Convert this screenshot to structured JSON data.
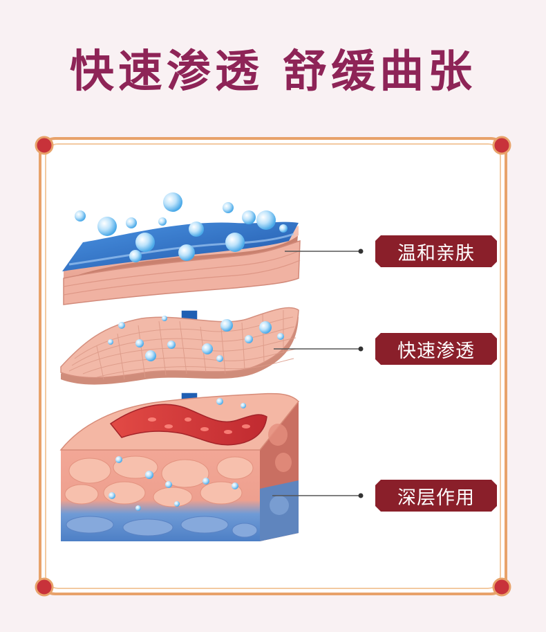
{
  "headline": "快速渗透 舒缓曲张",
  "labels": [
    {
      "text": "温和亲肤"
    },
    {
      "text": "快速渗透"
    },
    {
      "text": "深层作用"
    }
  ],
  "colors": {
    "headline": "#8e2457",
    "pill": "#8a1f2a",
    "frame": "#e8a26a",
    "frame_corner": "#c8323a",
    "water_blue": "#2f6fc4",
    "skin_pink": "#f1b6a6",
    "blood_red": "#d8363a",
    "arrow_blue": "#1f5fb3"
  },
  "icons": [
    "down-arrow-icon",
    "down-arrow-icon"
  ]
}
